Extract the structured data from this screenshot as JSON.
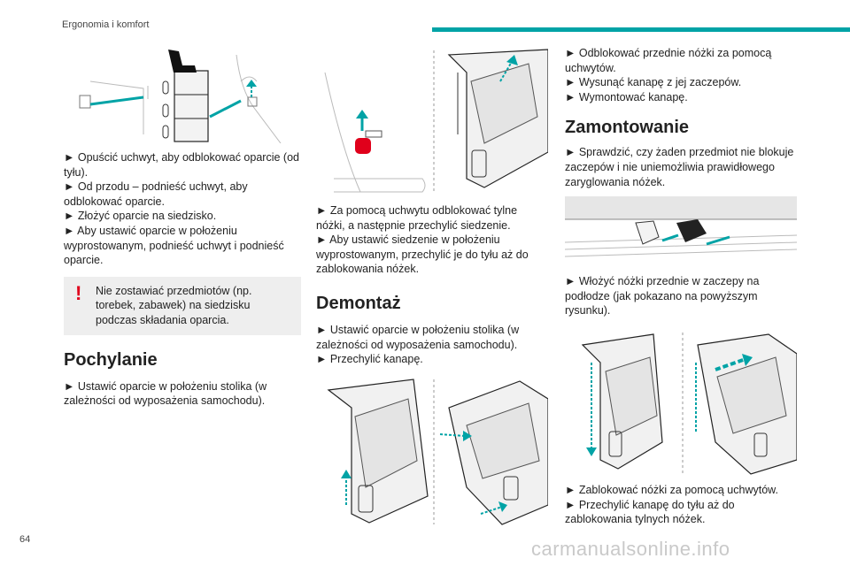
{
  "header": {
    "section_title": "Ergonomia i komfort"
  },
  "footer": {
    "page_number": "64",
    "watermark": "carmanualsonline.info"
  },
  "accent_color": "#00a3a6",
  "warning_color": "#e0001b",
  "col1": {
    "steps": [
      "► Opuścić uchwyt, aby odblokować oparcie (od tyłu).",
      "► Od przodu – podnieść uchwyt, aby odblokować oparcie.",
      "► Złożyć oparcie na siedzisko.",
      "► Aby ustawić oparcie w położeniu wyprostowanym, podnieść uchwyt i podnieść oparcie."
    ],
    "warning": "Nie zostawiać przedmiotów (np. torebek, zabawek) na siedzisku podczas składania oparcia.",
    "section_title": "Pochylanie",
    "section_steps": [
      "► Ustawić oparcie w położeniu stolika (w zależności od wyposażenia samochodu)."
    ]
  },
  "col2": {
    "steps": [
      "► Za pomocą uchwytu odblokować tylne nóżki, a następnie przechylić siedzenie.",
      "► Aby ustawić siedzenie w położeniu wyprostowanym, przechylić je do tyłu aż do zablokowania nóżek."
    ],
    "section_title": "Demontaż",
    "section_steps": [
      "► Ustawić oparcie w położeniu stolika (w zależności od wyposażenia samochodu).",
      "► Przechylić kanapę."
    ]
  },
  "col3": {
    "steps": [
      "► Odblokować przednie nóżki za pomocą uchwytów.",
      "► Wysunąć kanapę z jej zaczepów.",
      "► Wymontować kanapę."
    ],
    "section_title": "Zamontowanie",
    "section_steps": [
      "► Sprawdzić, czy żaden przedmiot nie blokuje zaczepów i nie uniemożliwia prawidłowego zaryglowania nóżek."
    ],
    "steps_b": [
      "► Włożyć nóżki przednie w zaczepy na podłodze (jak pokazano na powyższym rysunku)."
    ],
    "steps_c": [
      "► Zablokować nóżki za pomocą uchwytów.",
      "► Przechylić kanapę do tyłu aż do zablokowania tylnych nóżek."
    ]
  }
}
